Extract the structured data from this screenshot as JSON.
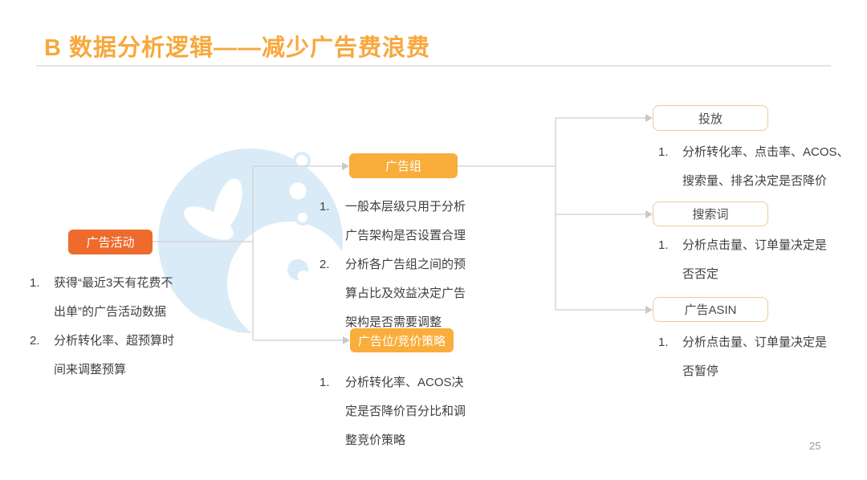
{
  "slide": {
    "title": "B 数据分析逻辑——减少广告费浪费",
    "page_number": "25"
  },
  "colors": {
    "title_orange": "#F7A83C",
    "campaign_box_orange": "#EE6B2D",
    "amber_box_orange": "#F9AD3B",
    "outlined_box_border_tan": "#EBCB9B",
    "connector_gray": "#D6D6D6",
    "body_text_gray": "#404040",
    "watermark_blue": "#D9EBF7"
  },
  "flowchart": {
    "campaign": {
      "label": "广告活动",
      "items": [
        {
          "num": "1.",
          "text": "获得“最近3天有花费不出单”的广告活动数据"
        },
        {
          "num": "2.",
          "text": "分析转化率、超预算时间来调整预算"
        }
      ]
    },
    "adgroup": {
      "label": "广告组",
      "items": [
        {
          "num": "1.",
          "text": "一般本层级只用于分析广告架构是否设置合理"
        },
        {
          "num": "2.",
          "text": "分析各广告组之间的预算占比及效益决定广告架构是否需要调整"
        }
      ]
    },
    "placement": {
      "label": "广告位/竞价策略",
      "items": [
        {
          "num": "1.",
          "text": "分析转化率、ACOS决定是否降价百分比和调整竞价策略"
        }
      ]
    },
    "targeting": {
      "label": "投放",
      "items": [
        {
          "num": "1.",
          "text": "分析转化率、点击率、ACOS、搜索量、排名决定是否降价"
        }
      ]
    },
    "search_term": {
      "label": "搜索词",
      "items": [
        {
          "num": "1.",
          "text": "分析点击量、订单量决定是否否定"
        }
      ]
    },
    "ad_asin": {
      "label": "广告ASIN",
      "items": [
        {
          "num": "1.",
          "text": "分析点击量、订单量决定是否暂停"
        }
      ]
    }
  }
}
